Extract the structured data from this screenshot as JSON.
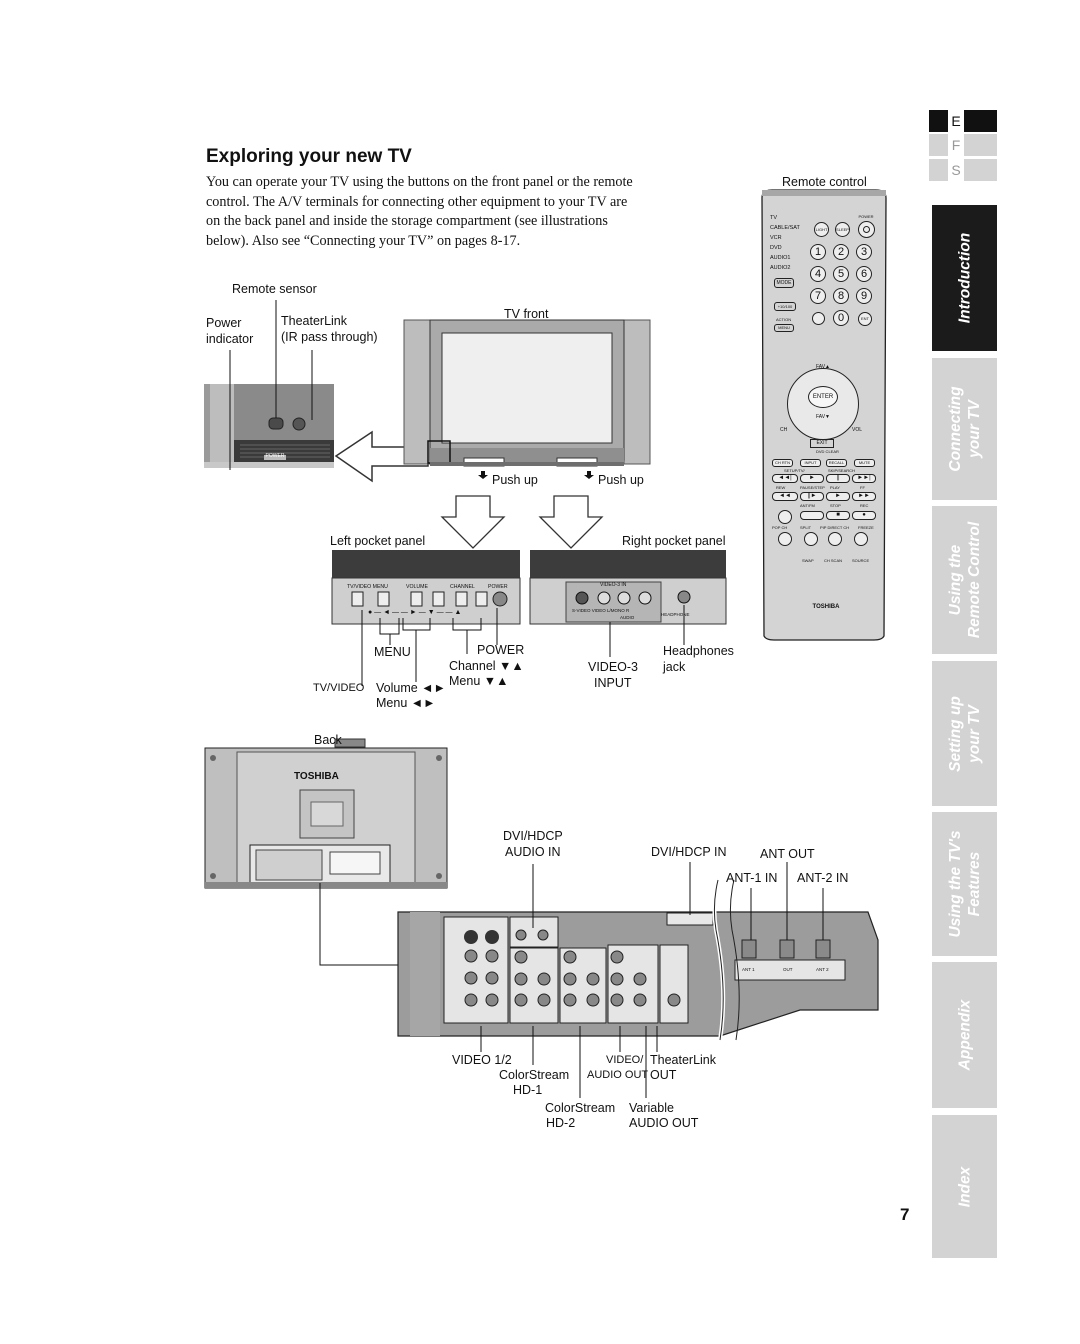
{
  "page": {
    "title": "Exploring your new TV",
    "intro": "You can operate your TV using the buttons on the front panel or the remote control. The A/V terminals for connecting other equipment to your TV are on the back panel and inside the storage compartment (see illustrations below). Also see “Connecting your TV” on pages 8-17.",
    "page_number": "7"
  },
  "language_tabs": [
    "E",
    "F",
    "S"
  ],
  "side_tabs": [
    {
      "line1": "Introduction",
      "line2": "",
      "active": true
    },
    {
      "line1": "Connecting",
      "line2": "your TV",
      "active": false
    },
    {
      "line1": "Using the",
      "line2": "Remote Control",
      "active": false
    },
    {
      "line1": "Setting up",
      "line2": "your TV",
      "active": false
    },
    {
      "line1": "Using the TV's",
      "line2": "Features",
      "active": false
    },
    {
      "line1": "Appendix",
      "line2": "",
      "active": false
    },
    {
      "line1": "Index",
      "line2": "",
      "active": false
    }
  ],
  "front_panel": {
    "remote_sensor": "Remote sensor",
    "power": "Power",
    "indicator": "indicator",
    "theaterlink": "TheaterLink",
    "ir_pass": "(IR pass through)",
    "tv_front": "TV front",
    "push_up": "Push up",
    "power_btn": "POWER"
  },
  "pocket_panels": {
    "left_title": "Left pocket panel",
    "right_title": "Right pocket panel",
    "left_labels": [
      "TV/VIDEO MENU",
      "VOLUME",
      "CHANNEL",
      "POWER"
    ],
    "right_labels": [
      "VIDEO-3 IN",
      "S-VIDEO",
      "VIDEO",
      "L/MONO",
      "R",
      "AUDIO",
      "HEADPHONE"
    ]
  },
  "callouts": {
    "menu": "MENU",
    "power": "POWER",
    "channel": "Channel ▼▲",
    "menu_updown": "Menu ▼▲",
    "tv_video": "TV/VIDEO",
    "volume": "Volume ◄►",
    "menu_lr": "Menu ◄►",
    "video3": "VIDEO-3",
    "input": "INPUT",
    "headphones": "Headphones",
    "jack": "jack"
  },
  "back_panel": {
    "title": "Back",
    "brand": "TOSHIBA",
    "dvi_hdcp": "DVI/HDCP",
    "audio_in": "AUDIO IN",
    "dvi_hdcp_in": "DVI/HDCP IN",
    "ant_out": "ANT OUT",
    "ant1_in": "ANT-1 IN",
    "ant2_in": "ANT-2 IN",
    "video12": "VIDEO 1/2",
    "colorstream1": "ColorStream",
    "hd1": "HD-1",
    "colorstream2": "ColorStream",
    "hd2": "HD-2",
    "video_audio_out": "VIDEO/",
    "audio_out_small": "AUDIO OUT",
    "theaterlink": "TheaterLink",
    "out": "OUT",
    "variable": "Variable",
    "audio_out": "AUDIO OUT",
    "small_in": "IN",
    "small_out": "OUT",
    "ant1": "ANT 1",
    "ant_out_small": "OUT",
    "ant2": "ANT 2"
  },
  "remote": {
    "title": "Remote control",
    "brand": "TOSHIBA",
    "modes": [
      "TV",
      "CABLE/SAT",
      "VCR",
      "DVD",
      "AUDIO1",
      "AUDIO2"
    ],
    "top_buttons": [
      "LIGHT",
      "SLEEP",
      "POWER"
    ],
    "digits": [
      "1",
      "2",
      "3",
      "4",
      "5",
      "6",
      "7",
      "8",
      "9",
      "0"
    ],
    "mode_btn": "MODE",
    "plus10": "+10/100",
    "ent": "ENT",
    "action": "ACTION",
    "menu": "MENU",
    "enter": "ENTER",
    "fav_up": "FAV▲",
    "fav_down": "FAV▼",
    "exit": "EXIT",
    "ch": "CH",
    "vol": "VOL",
    "dvd_clear": "DVD CLEAR",
    "row1": [
      "CH RTN",
      "INPUT",
      "RECALL",
      "MUTE"
    ],
    "row1_sub": [
      "SETUP/TV/",
      "SKIP/SEARCH"
    ],
    "row2_labels": [
      "REW",
      "PAUSE/STEP",
      "PLAY",
      "FF"
    ],
    "row3_labels": [
      "ANT/FM",
      "STOP",
      "REC"
    ],
    "row4_labels": [
      "POP CH",
      "SPLIT",
      "PIP DIRECT CH",
      "FREEZE"
    ],
    "row5_labels": [
      "SWAP",
      "CH SCAN",
      "SOURCE"
    ]
  }
}
